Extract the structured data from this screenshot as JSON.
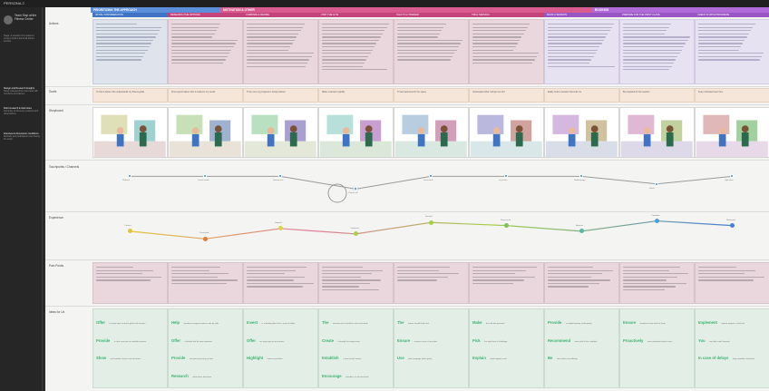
{
  "window": {
    "tab": "PERSONA 2"
  },
  "sidebar": {
    "title": "Team Stop at the Fitness Center",
    "blocks": [
      {
        "heading": "",
        "text": "Stage: a scenario of a customer trying to book a personal trainer session."
      },
      {
        "heading": "Design and Research Insights",
        "text": "Notes collected from interviews with members and trainers."
      },
      {
        "heading": "Field research & interviews",
        "text": "Summary of discovery sessions and observations."
      },
      {
        "heading": "Interview & discussion conditions",
        "text": "Methods and participants used during the study."
      }
    ]
  },
  "rows": {
    "actions": "Actions",
    "goals": "Goals",
    "storyboard": "Storyboard",
    "touchpoints": "Touchpoints / Channels",
    "experience": "Experience",
    "pain_points": "Pain Points",
    "opportunities": "Ideas for Us"
  },
  "phases": [
    {
      "label": "Prioritizing the approach",
      "color": "#5b8fd9"
    },
    {
      "label": "Motivation & other",
      "color": "#d95b8f"
    },
    {
      "label": "Booking",
      "color": "#b06bd9"
    }
  ],
  "steps": [
    {
      "label": "Initial consideration",
      "color": "#3f74c4"
    },
    {
      "label": "Research the options",
      "color": "#c4437a"
    },
    {
      "label": "Compare & decide",
      "color": "#c4437a"
    },
    {
      "label": "Visit the gym",
      "color": "#c4437a"
    },
    {
      "label": "Talk to a trainer",
      "color": "#c4437a"
    },
    {
      "label": "Trial session",
      "color": "#c4437a"
    },
    {
      "label": "Book a session",
      "color": "#9a55c4"
    },
    {
      "label": "Prepare for the first class",
      "color": "#9a55c4"
    },
    {
      "label": "Check in with progress",
      "color": "#9a55c4"
    }
  ],
  "goals": [
    "To find a trainer who understands my fitness goals",
    "Find a good trainer who is suited to my needs",
    "To be sure my progress is being tracked",
    "Make a decision quickly",
    "To feel welcomed in the space",
    "Understand what I will get out of it",
    "Easily book a session that suits me",
    "Be prepared for the session",
    "Keep motivated over time"
  ],
  "touchpoints": [
    {
      "label": "Website"
    },
    {
      "label": "Social media"
    },
    {
      "label": "Review site"
    },
    {
      "label": "Phone call"
    },
    {
      "label": "Front desk"
    },
    {
      "label": "In person"
    },
    {
      "label": "Booking app"
    },
    {
      "label": "Email"
    },
    {
      "label": "Gym floor"
    }
  ],
  "experience": [
    {
      "label": "Curious",
      "score": 0.55,
      "color": "#e0c53c"
    },
    {
      "label": "Frustrated",
      "score": 0.35,
      "color": "#e07b3c"
    },
    {
      "label": "Hopeful",
      "score": 0.62,
      "color": "#d9d24a"
    },
    {
      "label": "Confused",
      "score": 0.48,
      "color": "#a6cf4a"
    },
    {
      "label": "Excited",
      "score": 0.78,
      "color": "#a6cf4a"
    },
    {
      "label": "Reassured",
      "score": 0.7,
      "color": "#7cc25a"
    },
    {
      "label": "Anxious",
      "score": 0.55,
      "color": "#5ab8a6"
    },
    {
      "label": "Confident",
      "score": 0.82,
      "color": "#4a9fd9"
    },
    {
      "label": "Motivated",
      "score": 0.7,
      "color": "#4a7fd9"
    }
  ],
  "opportunities": [
    [
      {
        "word": "Offer",
        "text": "a simple quiz to match goals with trainers"
      },
      {
        "word": "Provide",
        "text": "a clear overview of available trainers"
      },
      {
        "word": "Show",
        "text": "real member stories and outcomes"
      }
    ],
    [
      {
        "word": "Help",
        "text": "members compare trainers side by side"
      },
      {
        "word": "Offer",
        "text": "a flexible trial for new members"
      },
      {
        "word": "Provide",
        "text": "transparent pricing up front"
      },
      {
        "word": "Research",
        "text": "what drives decisions"
      }
    ],
    [
      {
        "word": "Invest",
        "text": "in a booking flow that is easy to follow"
      },
      {
        "word": "Offer",
        "text": "an easy way to rate trainers"
      },
      {
        "word": "Highlight",
        "text": "trainer specialties"
      }
    ],
    [
      {
        "word": "The",
        "text": "welcome tour should be short and warm"
      },
      {
        "word": "Create",
        "text": "a friendly first impression"
      },
      {
        "word": "Establish",
        "text": "a clear arrival routine"
      },
      {
        "word": "Encourage",
        "text": "members to ask questions"
      }
    ],
    [
      {
        "word": "The",
        "text": "trainer should listen first"
      },
      {
        "word": "Ensure",
        "text": "trainers share a clear plan"
      },
      {
        "word": "Use",
        "text": "plain language about goals"
      }
    ],
    [
      {
        "word": "Make",
        "text": "the trial feel personal"
      },
      {
        "word": "Pick",
        "text": "the right level of challenge"
      },
      {
        "word": "Explain",
        "text": "what happens next"
      }
    ],
    [
      {
        "word": "Provide",
        "text": "a simple booking confirmation"
      },
      {
        "word": "Recommend",
        "text": "times that fit the schedule"
      },
      {
        "word": "Be",
        "text": "clear about cancellation"
      }
    ],
    [
      {
        "word": "Ensure",
        "text": "members know what to bring"
      },
      {
        "word": "Proactively",
        "text": "send reminders before class"
      }
    ],
    [
      {
        "word": "Implement",
        "text": "regular progress check-ins"
      },
      {
        "word": "You",
        "text": "can offer small rewards"
      },
      {
        "word": "In case of delays",
        "text": "keep members informed"
      }
    ]
  ]
}
